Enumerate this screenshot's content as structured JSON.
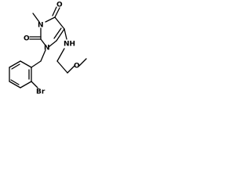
{
  "molecule": {
    "atoms": {
      "o_top": "O",
      "n_top": "N",
      "methyl": "",
      "o_left": "O",
      "n_bottom": "N",
      "nh": "NH",
      "o_ether": "O",
      "br": "Br"
    },
    "colors": {
      "bond": "#000000",
      "text": "#000000",
      "background": "#ffffff"
    }
  }
}
